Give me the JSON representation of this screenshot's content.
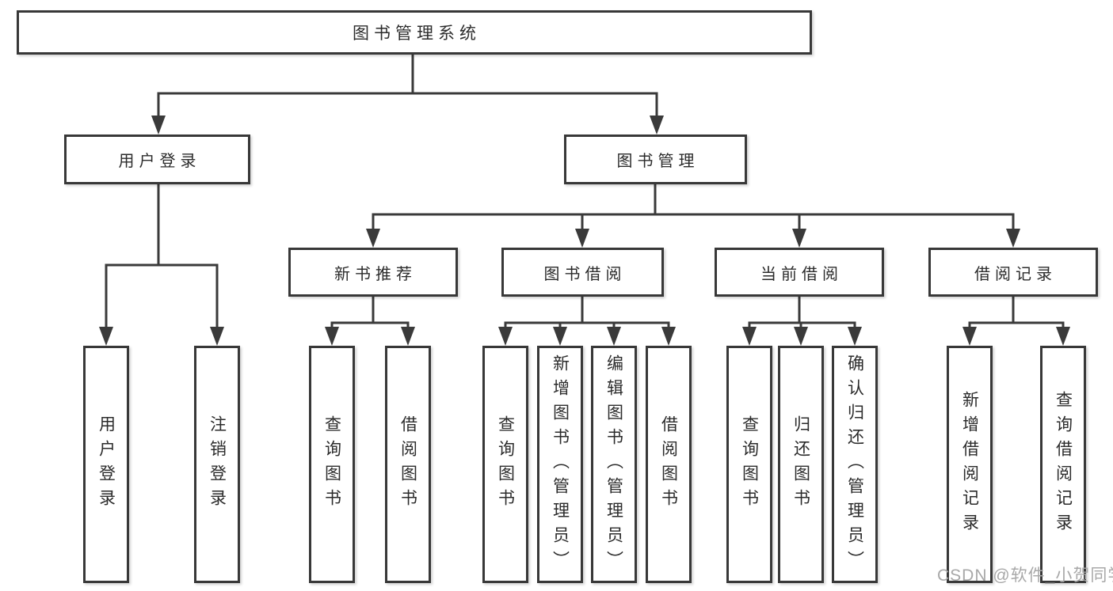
{
  "title": "图书管理系统",
  "level2": [
    {
      "label": "用户登录",
      "children": [
        "用户登录",
        "注销登录"
      ]
    },
    {
      "label": "图书管理"
    }
  ],
  "level3": [
    {
      "label": "新书推荐",
      "children": [
        "查询图书",
        "借阅图书"
      ]
    },
    {
      "label": "图书借阅",
      "children": [
        "查询图书",
        "新增图书（管理员）",
        "编辑图书（管理员）",
        "借阅图书"
      ]
    },
    {
      "label": "当前借阅",
      "children": [
        "查询图书",
        "归还图书",
        "确认归还（管理员）"
      ]
    },
    {
      "label": "借阅记录",
      "children": [
        "新增借阅记录",
        "查询借阅记录"
      ]
    }
  ],
  "watermark": "CSDN @软件_小贺同学",
  "colors": {
    "line": "#3a3a3a",
    "box_border": "#383838",
    "box_fill": "#ffffff",
    "text": "#2b2b2b",
    "watermark": "#a8a8a8"
  }
}
